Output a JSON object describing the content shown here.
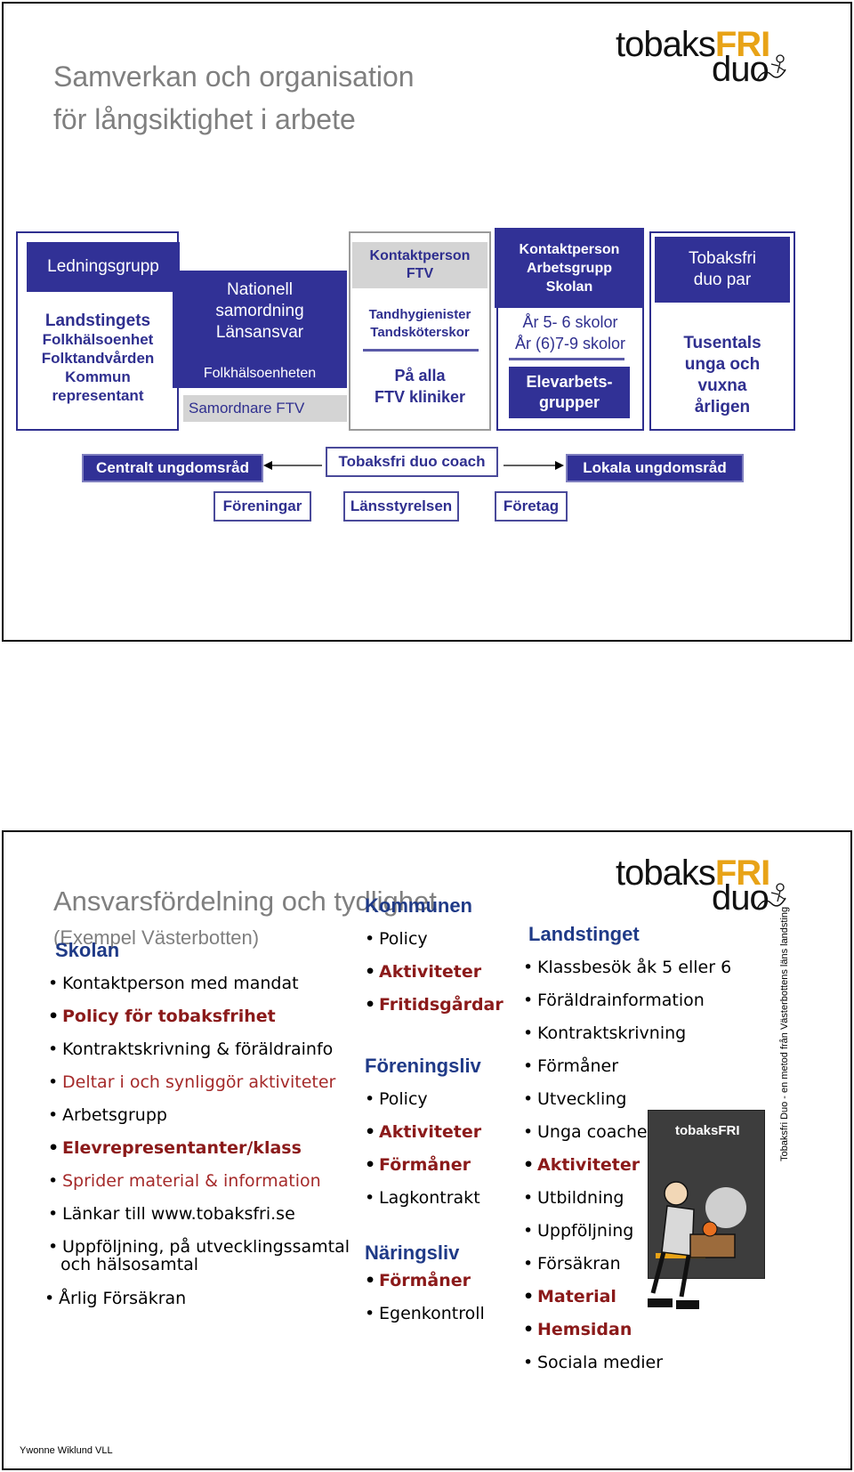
{
  "slide1": {
    "logo": {
      "text_a": "tobaks",
      "text_b": "FRI",
      "text_c": "duo"
    },
    "title_line1": "Samverkan och organisation",
    "title_line2": "för långsiktighet i arbete",
    "box_leadership": {
      "header": "Ledningsgrupp",
      "lines": [
        "Landstingets",
        "Folkhälsoenhet",
        "Folktandvården",
        "Kommun",
        "representant"
      ]
    },
    "box_national": {
      "title_lines": [
        "Nationell",
        "samordning",
        "Länsansvar"
      ],
      "dept": "Folkhälsoenheten",
      "coordinator": "Samordnare FTV"
    },
    "box_ftv": {
      "header_lines": [
        "Kontaktperson",
        "FTV"
      ],
      "staff_lines": [
        "Tandhygienister",
        "Tandsköterskor"
      ],
      "clinics_lines": [
        "På alla",
        "FTV kliniker"
      ]
    },
    "box_school": {
      "header_lines": [
        "Kontaktperson",
        "Arbetsgrupp",
        "Skolan"
      ],
      "grades_lines": [
        "År 5- 6 skolor",
        "År (6)7-9 skolor"
      ],
      "groups_lines": [
        "Elevarbets-",
        "grupper"
      ]
    },
    "box_duo": {
      "header_lines": [
        "Tobaksfri",
        "duo par"
      ],
      "body_lines": [
        "Tusentals",
        "unga och",
        "vuxna",
        "årligen"
      ]
    },
    "central_council": "Centralt ungdomsråd",
    "coach": "Tobaksfri duo coach",
    "local_council": "Lokala ungdomsråd",
    "associations": "Föreningar",
    "county_board": "Länsstyrelsen",
    "companies": "Företag"
  },
  "slide2": {
    "logo": {
      "text_a": "tobaks",
      "text_b": "FRI",
      "text_c": "duo"
    },
    "title": "Ansvarsfördelning och tydlighet",
    "subtitle": "(Exempel Västerbotten)",
    "skolan": {
      "heading": "Skolan",
      "items": [
        {
          "text": "Kontaktperson med mandat",
          "style": "k"
        },
        {
          "text": "Policy för tobaksfrihet",
          "style": "rb"
        },
        {
          "text": "Kontraktskrivning & föräldrainfo",
          "style": "k"
        },
        {
          "text": "Deltar i och synliggör aktiviteter",
          "style": "r"
        },
        {
          "text": "Arbetsgrupp",
          "style": "k"
        },
        {
          "text": "Elevrepresentanter/klass",
          "style": "rb"
        },
        {
          "text": "Sprider material & information",
          "style": "r"
        },
        {
          "text": "Länkar till www.tobaksfri.se",
          "style": "k"
        },
        {
          "text": "Uppföljning, på utvecklingssamtal",
          "style": "k"
        }
      ],
      "continuation": "och hälsosamtal",
      "last_item": "Årlig Försäkran"
    },
    "kommunen": {
      "heading": "Kommunen",
      "items": [
        {
          "text": "Policy",
          "style": "k"
        },
        {
          "text": "Aktiviteter",
          "style": "rb"
        },
        {
          "text": "Fritidsgårdar",
          "style": "rb"
        }
      ]
    },
    "foreningsliv": {
      "heading": "Föreningsliv",
      "items": [
        {
          "text": "Policy",
          "style": "k"
        },
        {
          "text": "Aktiviteter",
          "style": "rb"
        },
        {
          "text": "Förmåner",
          "style": "rb"
        },
        {
          "text": "Lagkontrakt",
          "style": "k"
        }
      ]
    },
    "naringsliv": {
      "heading": "Näringsliv",
      "items": [
        {
          "text": "Förmåner",
          "style": "rb"
        },
        {
          "text": "Egenkontroll",
          "style": "k"
        }
      ]
    },
    "landstinget": {
      "heading": "Landstinget",
      "items": [
        {
          "text": "Klassbesök åk 5 eller 6",
          "style": "k"
        },
        {
          "text": "Föräldrainformation",
          "style": "k"
        },
        {
          "text": "Kontraktskrivning",
          "style": "k"
        },
        {
          "text": "Förmåner",
          "style": "k"
        },
        {
          "text": "Utveckling",
          "style": "k"
        },
        {
          "text": "Unga coacher",
          "style": "k"
        },
        {
          "text": "Aktiviteter",
          "style": "rb"
        },
        {
          "text": "Utbildning",
          "style": "k"
        },
        {
          "text": "Uppföljning",
          "style": "k"
        },
        {
          "text": "Försäkran",
          "style": "k"
        },
        {
          "text": "Material",
          "style": "rb"
        },
        {
          "text": "Hemsidan",
          "style": "rb"
        },
        {
          "text": "Sociala medier",
          "style": "k"
        }
      ]
    },
    "vertical_caption": "Tobaksfri Duo - en metod från Västerbottens läns landsting",
    "brochure_logo": "tobaksFRI",
    "footer": "Ywonne Wiklund VLL"
  },
  "colors": {
    "navy": "#313196",
    "gray": "#7f7f7f",
    "red": "#a52a2a",
    "heading_blue": "#1f3a87",
    "orange": "#e8a317"
  }
}
